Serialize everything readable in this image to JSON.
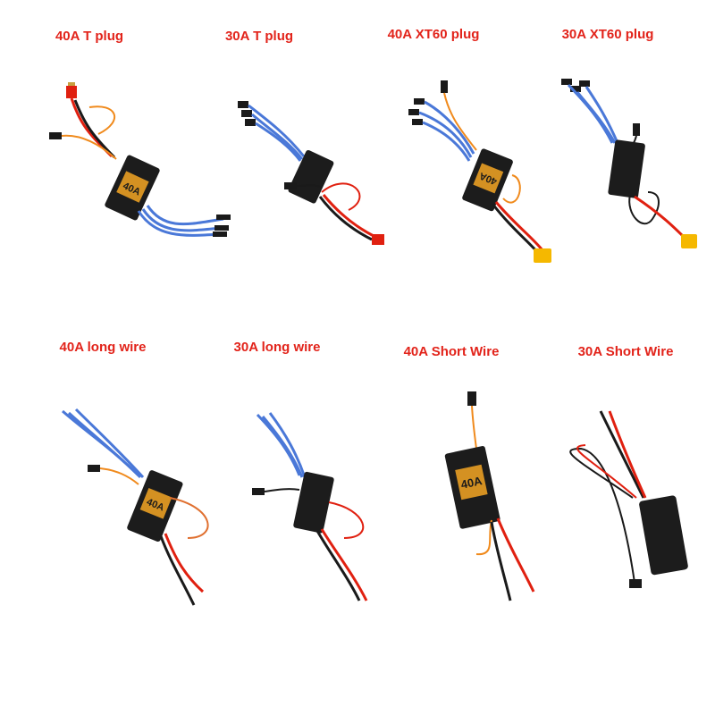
{
  "products": [
    {
      "label": "40A T plug"
    },
    {
      "label": "30A T plug"
    },
    {
      "label": "40A XT60 plug"
    },
    {
      "label": "30A XT60 plug"
    },
    {
      "label": "40A long wire"
    },
    {
      "label": "30A long wire"
    },
    {
      "label": "40A Short Wire"
    },
    {
      "label": "30A Short Wire"
    }
  ],
  "esc_marking": "40A",
  "colors": {
    "label_red": "#e2231a",
    "wire_blue": "#4a78d8",
    "wire_red": "#e02010",
    "wire_black": "#1a1a1a",
    "wire_orange": "#f08a1c",
    "xt60_yellow": "#f5b800",
    "body_black": "#1c1c1c"
  }
}
